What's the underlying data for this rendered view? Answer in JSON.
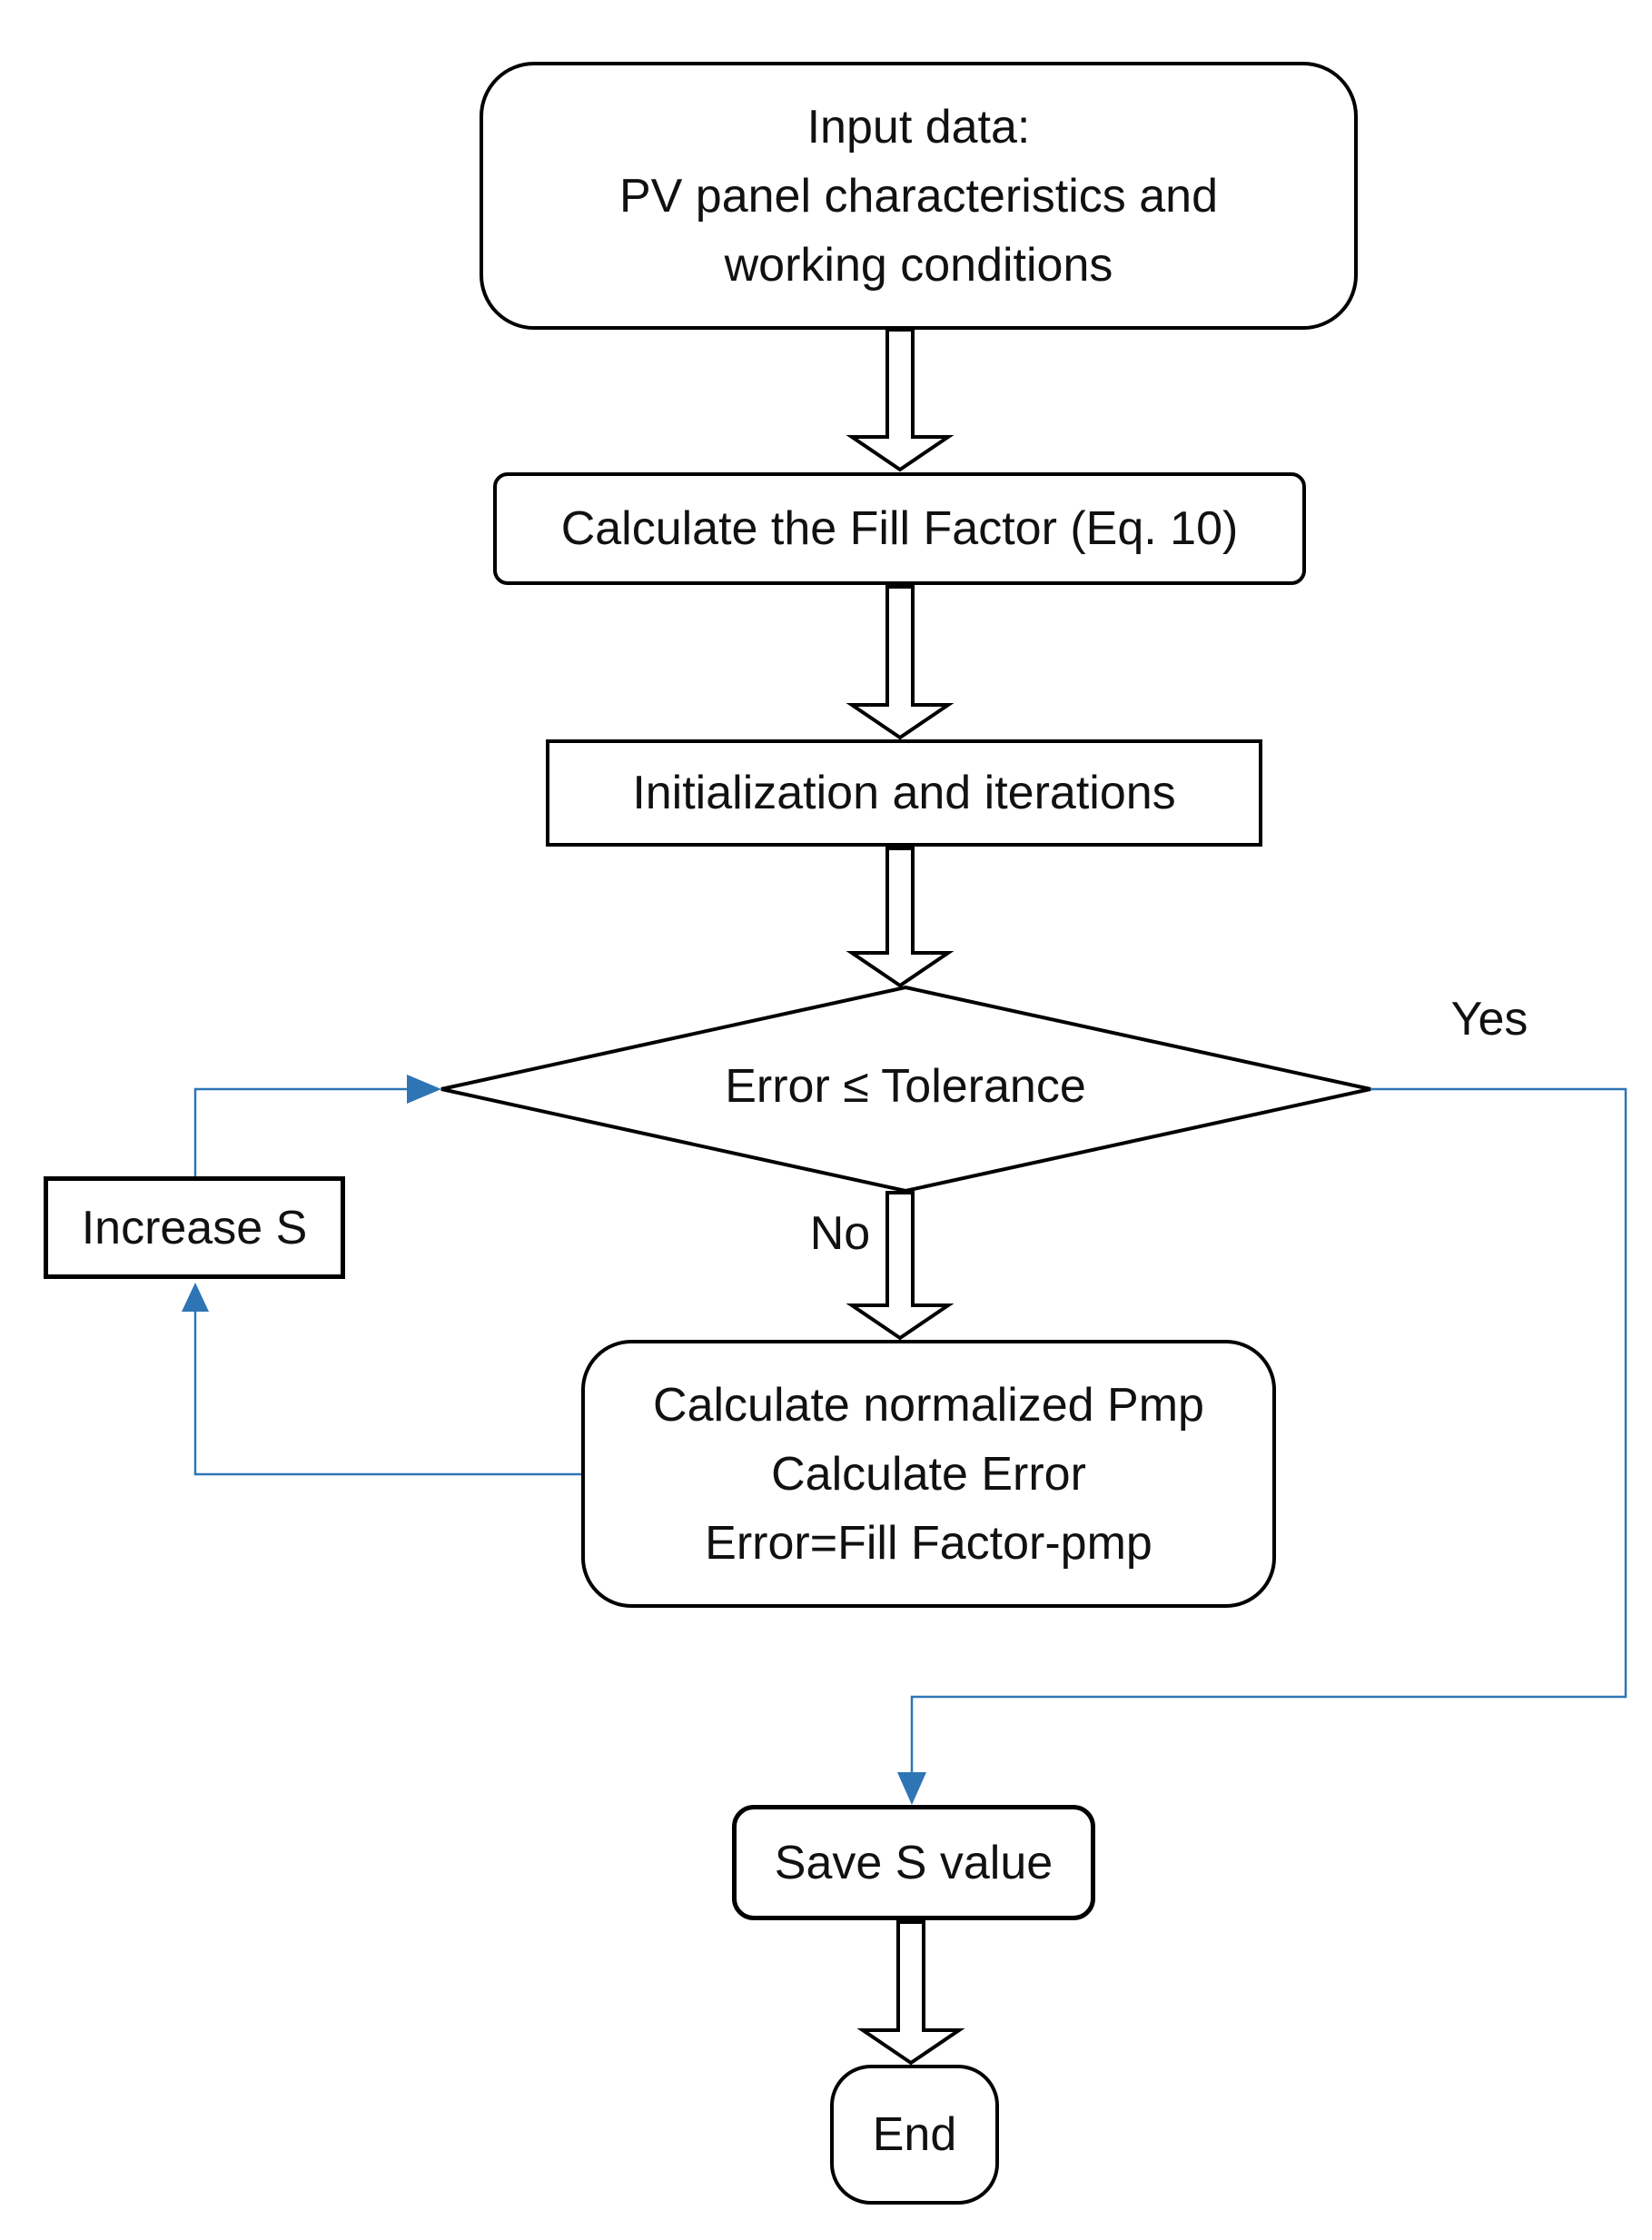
{
  "diagram": {
    "title_hint": "PV panel fill-factor iteration flowchart",
    "nodes": {
      "input": {
        "line1": "Input data:",
        "line2": "PV panel characteristics and",
        "line3": "working conditions"
      },
      "fill_factor": {
        "label": "Calculate the Fill Factor (Eq. 10)"
      },
      "initialization": {
        "label": "Initialization and iterations"
      },
      "decision": {
        "label": "Error ≤ Tolerance"
      },
      "calculate": {
        "line1": "Calculate normalized Pmp",
        "line2": "Calculate Error",
        "line3": "Error=Fill Factor-pmp"
      },
      "increase_s": {
        "label": "Increase S"
      },
      "save_s": {
        "label": "Save S value"
      },
      "end": {
        "label": "End"
      }
    },
    "edge_labels": {
      "yes": "Yes",
      "no": "No"
    },
    "colors": {
      "connector_blue": "#2E75B6",
      "shape_stroke": "#000000",
      "background": "#FFFFFF"
    }
  }
}
